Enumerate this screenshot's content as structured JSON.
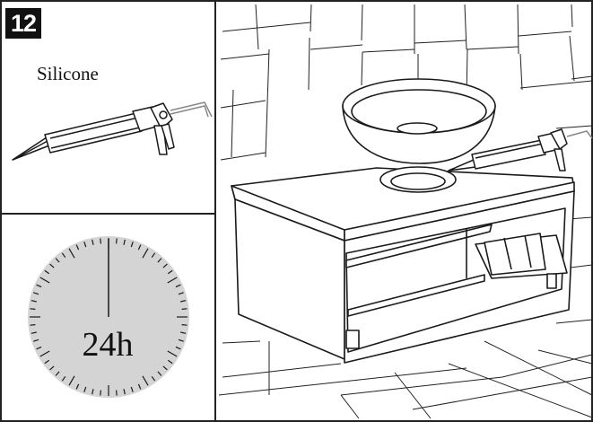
{
  "step": {
    "number": "12"
  },
  "materials": {
    "label": "Silicone"
  },
  "timer": {
    "label": "24h"
  },
  "colors": {
    "line": "#1a1a1a",
    "clock_face": "#d4d4d4",
    "frame": "#222222"
  },
  "icons": [
    "caulking-gun-icon",
    "clock-icon",
    "vanity-cabinet-illustration",
    "vessel-sink-illustration"
  ]
}
